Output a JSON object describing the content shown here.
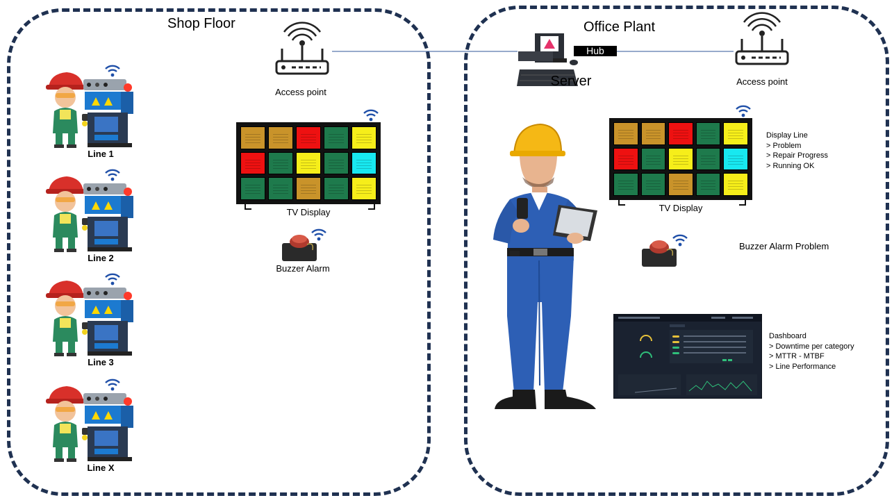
{
  "shop_floor": {
    "title": "Shop Floor",
    "access_point_label": "Access point",
    "lines": [
      "Line 1",
      "Line 2",
      "Line 3",
      "Line X"
    ],
    "tv_label": "TV Display",
    "buzzer_label": "Buzzer Alarm"
  },
  "office_plant": {
    "title": "Office Plant",
    "hub_label": "Hub",
    "server_label": "Server",
    "access_point_label": "Access point",
    "tv_label": "TV Display",
    "display_notes": "Display Line\n> Problem\n> Repair Progress\n> Running OK",
    "buzzer_label": "Buzzer Alarm Problem",
    "dashboard_notes": "Dashboard\n> Downtime per category\n> MTTR - MTBF\n> Line Performance"
  },
  "colors": {
    "border": "#1f3151",
    "tile_brown": "#c9932a",
    "tile_red": "#ee1111",
    "tile_green": "#1e7a4c",
    "tile_yellow": "#f6ee1a",
    "tile_cyan": "#18e8f0"
  },
  "tv_tiles": [
    "brown",
    "brown",
    "red",
    "green",
    "yellow",
    "red",
    "green",
    "yellow",
    "green",
    "cyan",
    "green",
    "green",
    "brown",
    "green",
    "yellow"
  ],
  "icons": [
    "wifi-icon",
    "router-icon",
    "server-icon",
    "worker-icon",
    "machine-icon",
    "buzzer-icon",
    "engineer-icon"
  ]
}
